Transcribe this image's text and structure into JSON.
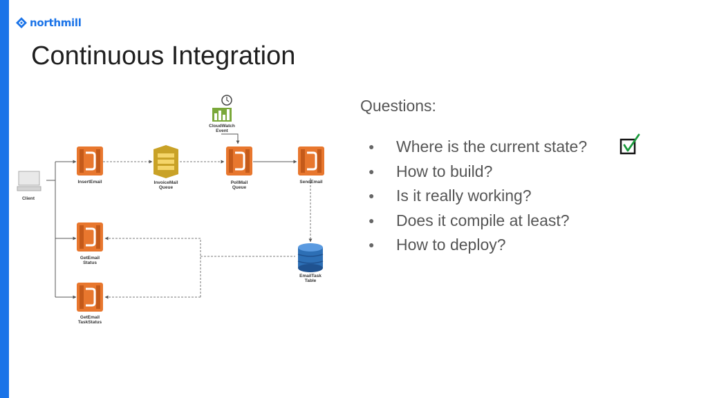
{
  "brand": {
    "name": "northmill",
    "color": "#1a73e8"
  },
  "slide": {
    "title": "Continuous Integration"
  },
  "questions": {
    "heading": "Questions:",
    "items": [
      {
        "text": "Where is the current state?",
        "checked": true
      },
      {
        "text": "How to build?"
      },
      {
        "text": "Is it really working?"
      },
      {
        "text": "Does it compile at least?"
      },
      {
        "text": "How to deploy?"
      }
    ]
  },
  "diagram": {
    "nodes": {
      "client": "Client",
      "insert_email": "InsertEmail",
      "invoice_mail_queue": [
        "InvoiceMail",
        "Queue"
      ],
      "poll_mail_queue": [
        "PollMail",
        "Queue"
      ],
      "send_email": "SendEmail",
      "cloudwatch_event": [
        "CloudWatch",
        "Event"
      ],
      "get_email_status": [
        "GetEmail",
        "Status"
      ],
      "get_email_task_status": [
        "GetEmail",
        "TaskStatus"
      ],
      "email_task_table": [
        "EmailTask",
        "Table"
      ]
    },
    "colors": {
      "lambda": "#e8772e",
      "sqs": "#c9a227",
      "dynamodb": "#2d6fb5",
      "cloudwatch": "#7aa83a"
    }
  }
}
